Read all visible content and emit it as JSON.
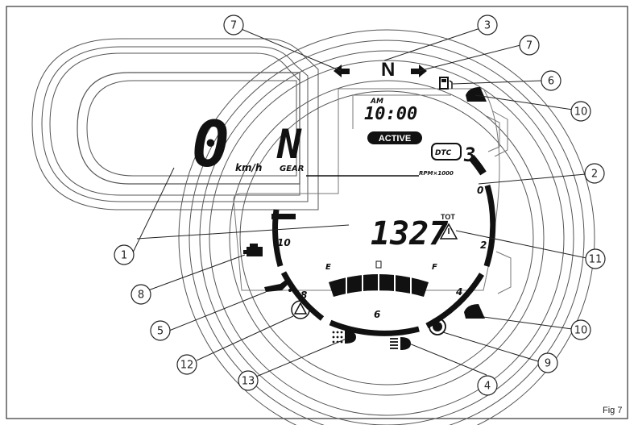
{
  "figure_label": "Fig 7",
  "display": {
    "speed_value": "0",
    "speed_unit": "km/h",
    "gear_value": "N",
    "gear_label": "GEAR",
    "neutral_indicator": "N",
    "clock_meridiem": "AM",
    "clock_time": "10:00",
    "mode_badge": "ACTIVE",
    "dtc_label": "DTC",
    "dtc_value": "3",
    "rpm_label": "RPM×1000",
    "odometer_value": "1327",
    "odometer_label": "TOT",
    "fuel_empty_label": "E",
    "fuel_full_label": "F",
    "tach_ticks": [
      "0",
      "2",
      "4",
      "6",
      "8",
      "10"
    ]
  },
  "callouts": [
    "1",
    "2",
    "3",
    "4",
    "5",
    "6",
    "7",
    "7",
    "8",
    "9",
    "10",
    "10",
    "11",
    "12",
    "13"
  ],
  "icons": [
    "left-turn-icon",
    "right-turn-icon",
    "fuel-reserve-icon",
    "engine-warning-icon",
    "oil-pressure-icon",
    "general-warning-icon",
    "abs-icon",
    "high-beam-icon",
    "position-light-icon",
    "fuel-pump-icon"
  ]
}
